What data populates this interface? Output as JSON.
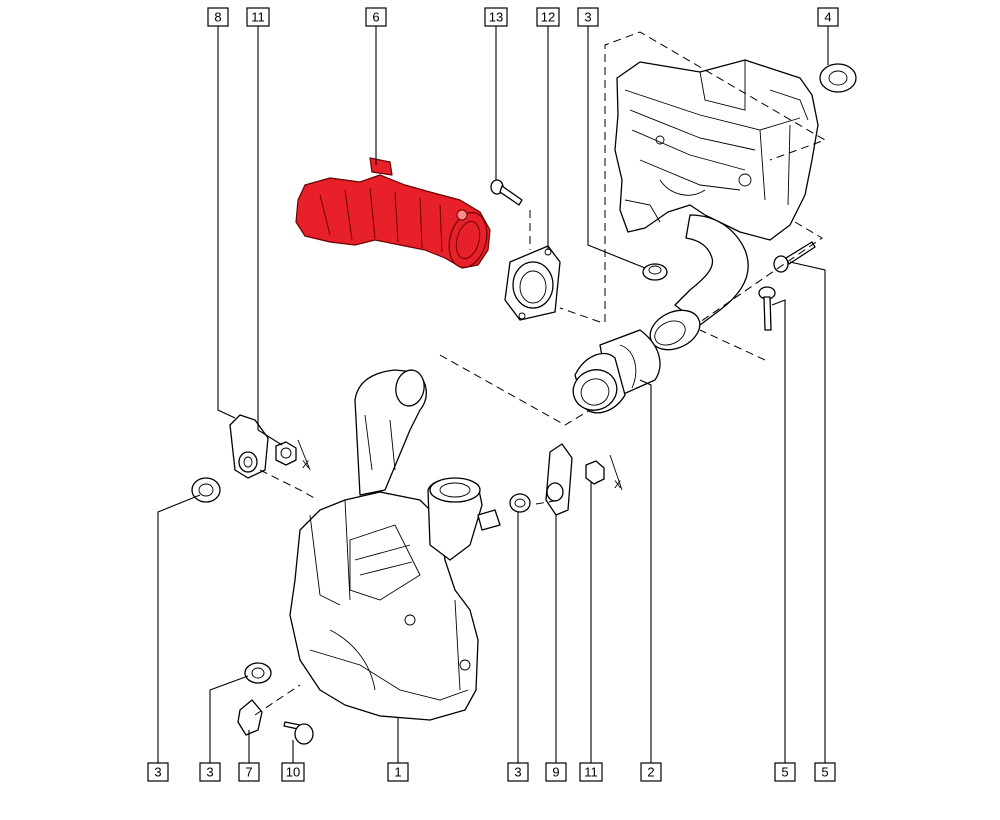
{
  "diagram": {
    "callouts": {
      "top": {
        "c8": "8",
        "c11": "11",
        "c6": "6",
        "c13": "13",
        "c12": "12",
        "c3": "3",
        "c4": "4"
      },
      "bottom": {
        "b3a": "3",
        "b3b": "3",
        "b7": "7",
        "b10": "10",
        "b1": "1",
        "b3c": "3",
        "b9": "9",
        "b11": "11",
        "b2": "2",
        "b5a": "5",
        "b5b": "5"
      }
    },
    "marks": {
      "x_left": "X",
      "x_right": "X"
    },
    "colors": {
      "highlight": "#e8202a",
      "line": "#000000"
    }
  }
}
